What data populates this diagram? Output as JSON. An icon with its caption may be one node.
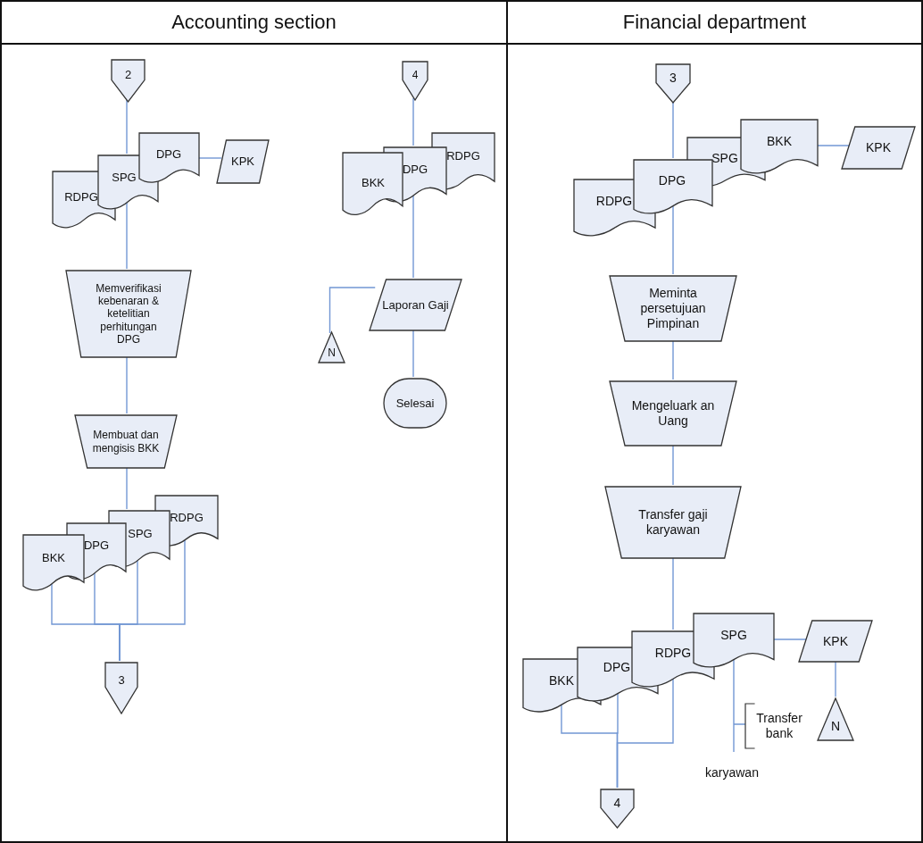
{
  "diagram": {
    "nodes": [
      {
        "text": [
          "Accounting section"
        ]
      },
      {
        "text": [
          "Financial department"
        ]
      },
      {
        "text": [
          "2"
        ],
        "in": 0
      },
      {
        "text": [
          "RDPG"
        ],
        "in": 0
      },
      {
        "text": [
          "SPG"
        ],
        "in": 0
      },
      {
        "text": [
          "DPG"
        ],
        "in": 0
      },
      {
        "text": [
          "KPK"
        ],
        "in": 0
      },
      {
        "text": [
          "Memverifikasi kebenaran & ketelitian perhitungan DPG"
        ],
        "in": 0
      },
      {
        "text": [
          "Membuat dan mengisis BKK"
        ],
        "in": 0
      },
      {
        "text": [
          "BKK"
        ],
        "in": 0
      },
      {
        "text": [
          "DPG"
        ],
        "in": 0
      },
      {
        "text": [
          "SPG"
        ],
        "in": 0
      },
      {
        "text": [
          "RDPG"
        ],
        "in": 0
      },
      {
        "text": [
          "3"
        ],
        "in": 0
      },
      {
        "text": [
          "4"
        ],
        "in": 0
      },
      {
        "text": [
          "BKK"
        ],
        "in": 0
      },
      {
        "text": [
          "DPG"
        ],
        "in": 0
      },
      {
        "text": [
          "RDPG"
        ],
        "in": 0
      },
      {
        "text": [
          "Laporan Gaji"
        ],
        "in": 0
      },
      {
        "text": [
          "N"
        ],
        "in": 0
      },
      {
        "text": [
          "Selesai"
        ],
        "in": 0
      },
      {
        "text": [
          "3"
        ],
        "in": 1
      },
      {
        "text": [
          "RDPG"
        ],
        "in": 1
      },
      {
        "text": [
          "DPG"
        ],
        "in": 1
      },
      {
        "text": [
          "SPG"
        ],
        "in": 1
      },
      {
        "text": [
          "BKK"
        ],
        "in": 1
      },
      {
        "text": [
          "KPK"
        ],
        "in": 1
      },
      {
        "text": [
          "Meminta persetujuan Pimpinan"
        ],
        "in": 1
      },
      {
        "text": [
          "Mengeluark an Uang"
        ],
        "in": 1
      },
      {
        "text": [
          "Transfer gaji karyawan"
        ],
        "in": 1
      },
      {
        "text": [
          "BKK"
        ],
        "in": 1
      },
      {
        "text": [
          "DPG"
        ],
        "in": 1
      },
      {
        "text": [
          "RDPG"
        ],
        "in": 1
      },
      {
        "text": [
          "SPG"
        ],
        "in": 1
      },
      {
        "text": [
          "KPK"
        ],
        "in": 1
      },
      {
        "text": [
          "N"
        ],
        "in": 1
      },
      {
        "text": [
          "Transfer bank"
        ],
        "in": 1
      },
      {
        "text": [
          "4"
        ],
        "in": 1
      }
    ],
    "edges": [
      {
        "from": 2,
        "to": 4,
        "arrow": "none"
      },
      {
        "from": 4,
        "to": 7,
        "arrow": "none"
      },
      {
        "from": 5,
        "to": 6,
        "arrow": "none"
      },
      {
        "from": 7,
        "to": 8,
        "arrow": "none"
      },
      {
        "from": 8,
        "to": 11,
        "arrow": "none"
      },
      {
        "from": 9,
        "to": 13,
        "arrow": "none"
      },
      {
        "from": 10,
        "to": 13,
        "arrow": "none"
      },
      {
        "from": 11,
        "to": 13,
        "arrow": "none"
      },
      {
        "from": 12,
        "to": 13,
        "arrow": "none"
      },
      {
        "from": 14,
        "to": 16,
        "arrow": "none"
      },
      {
        "from": 16,
        "to": 18,
        "arrow": "none"
      },
      {
        "from": 18,
        "to": 19,
        "arrow": "none"
      },
      {
        "from": 18,
        "to": 20,
        "arrow": "none"
      },
      {
        "from": 21,
        "to": 23,
        "arrow": "none"
      },
      {
        "from": 23,
        "to": 27,
        "arrow": "none"
      },
      {
        "from": 25,
        "to": 26,
        "arrow": "none"
      },
      {
        "from": 27,
        "to": 28,
        "arrow": "none"
      },
      {
        "from": 28,
        "to": 29,
        "arrow": "none"
      },
      {
        "from": 29,
        "to": 32,
        "arrow": "none"
      },
      {
        "from": 30,
        "to": 37,
        "arrow": "none"
      },
      {
        "from": 31,
        "to": 37,
        "arrow": "none"
      },
      {
        "from": 32,
        "to": 37,
        "arrow": "none"
      },
      {
        "from": 33,
        "to": 34,
        "arrow": "none"
      },
      {
        "from": 34,
        "to": 35,
        "arrow": "none"
      },
      {
        "from": 33,
        "to": 36,
        "arrow": "none"
      }
    ],
    "labels": [
      "karyawan"
    ]
  }
}
